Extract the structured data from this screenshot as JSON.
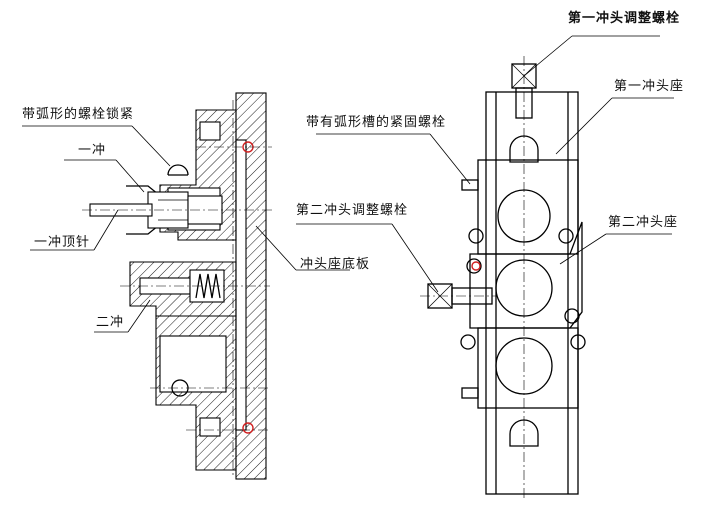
{
  "labels": {
    "first_punch_adjust_bolt": "第一冲头调整螺栓",
    "first_punch_seat": "第一冲头座",
    "arc_slot_fastening_bolt": "带有弧形槽的紧固螺栓",
    "second_punch_seat": "第二冲头座",
    "second_punch_adjust_bolt": "第二冲头调整螺栓",
    "punch_seat_base_plate": "冲头座底板",
    "arc_bolt_lock": "带弧形的螺栓锁紧",
    "first_punch": "一冲",
    "first_punch_ejector": "一冲顶针",
    "second_punch": "二冲"
  }
}
